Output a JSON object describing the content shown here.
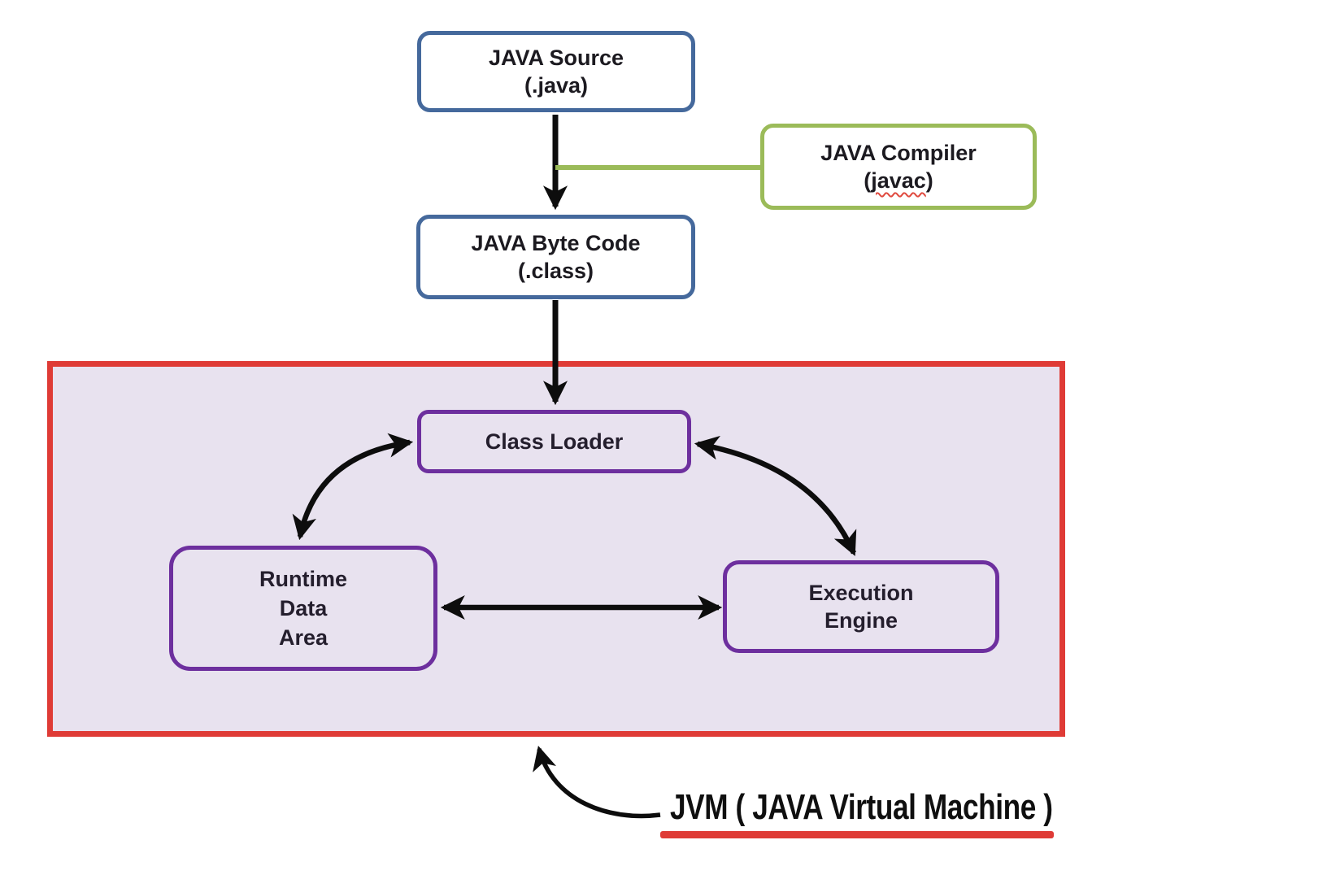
{
  "nodes": {
    "java_source": {
      "line1": "JAVA Source",
      "line2": "(.java)"
    },
    "java_compiler": {
      "line1": "JAVA Compiler",
      "open": "(",
      "word": "javac",
      "close": ")"
    },
    "java_byte_code": {
      "line1": "JAVA Byte Code",
      "line2": "(.class)"
    },
    "class_loader": {
      "label": "Class Loader"
    },
    "runtime_data_area": {
      "line1": "Runtime",
      "line2": "Data",
      "line3": "Area"
    },
    "execution_engine": {
      "line1": "Execution",
      "line2": "Engine"
    }
  },
  "caption": {
    "jvm_label": "JVM ( JAVA Virtual Machine )"
  },
  "colors": {
    "blue_border": "#45699c",
    "green_border": "#9bbb59",
    "purple_border": "#6d2f9e",
    "red_border": "#df3b36",
    "jvm_fill": "#e8e2ef",
    "arrow_black": "#0d0d0d",
    "spellcheck_red": "#e04a3f",
    "underline_red": "#df3b36"
  }
}
